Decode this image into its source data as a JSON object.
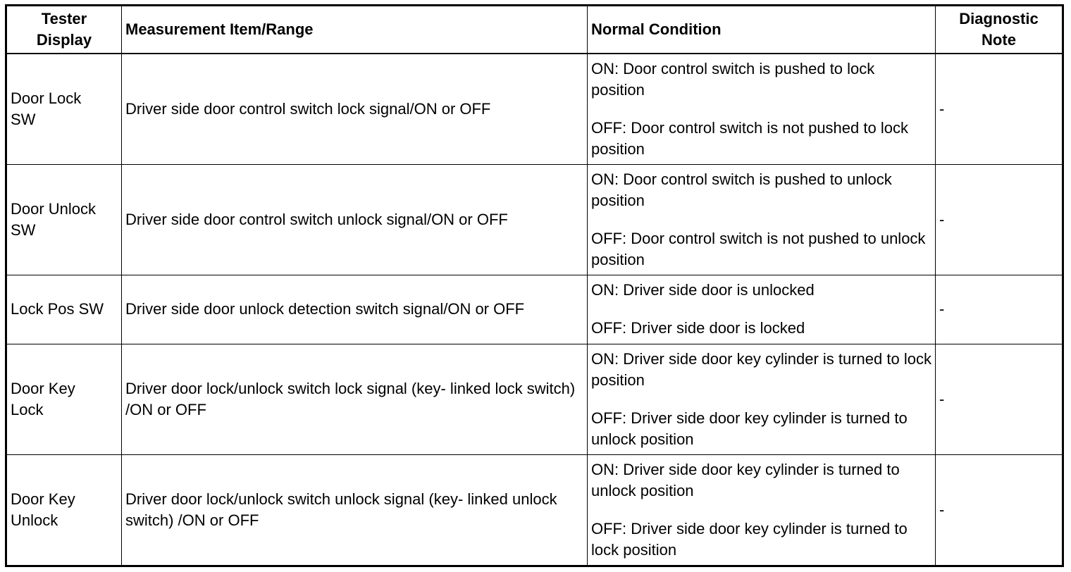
{
  "headers": {
    "display": "Tester\nDisplay",
    "item": "Measurement Item/Range",
    "condition": "Normal Condition",
    "note": "Diagnostic\nNote"
  },
  "rows": [
    {
      "display": "Door Lock\nSW",
      "item": "Driver side door control switch lock signal/ON or OFF",
      "on": "ON: Door control switch is pushed to lock position",
      "off": "OFF: Door control switch is not pushed to lock position",
      "note": "-"
    },
    {
      "display": "Door Unlock\nSW",
      "item": "Driver side door control switch unlock signal/ON or OFF",
      "on": "ON: Door control switch is pushed to unlock position",
      "off": "OFF: Door control switch is not pushed to unlock position",
      "note": "-"
    },
    {
      "display": "Lock Pos SW",
      "item": "Driver side door unlock detection switch signal/ON or OFF",
      "on": "ON: Driver side door is unlocked",
      "off": "OFF: Driver side door is locked",
      "note": "-"
    },
    {
      "display": "Door Key\nLock",
      "item": "Driver door lock/unlock switch lock signal (key- linked lock switch) /ON or OFF",
      "on": "ON: Driver side door key cylinder is turned to lock position",
      "off": "OFF: Driver side door key cylinder is turned to unlock position",
      "note": "-"
    },
    {
      "display": "Door Key\nUnlock",
      "item": "Driver door lock/unlock switch unlock signal (key- linked unlock switch) /ON or OFF",
      "on": "ON: Driver side door key cylinder is turned to unlock position",
      "off": "OFF: Driver side door key cylinder is turned to lock position",
      "note": "-"
    }
  ]
}
